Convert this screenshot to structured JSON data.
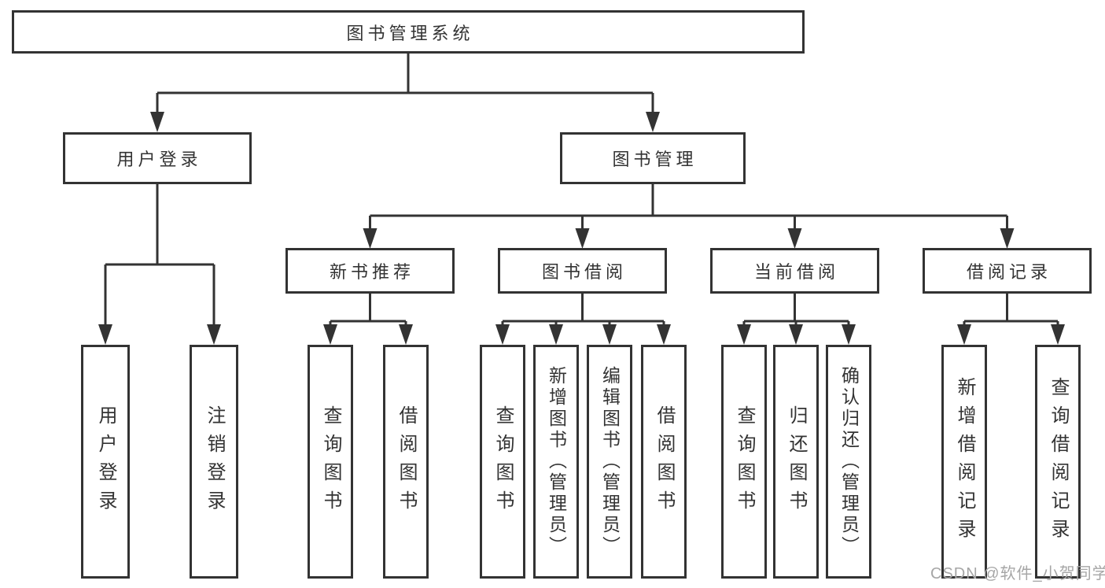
{
  "colors": {
    "line": "#333333",
    "text": "#333333",
    "background": "#ffffff",
    "watermark": "#a6a6a6"
  },
  "tree": {
    "label": "图书管理系统",
    "children": [
      {
        "label": "用户登录",
        "children": [
          {
            "label": "用户登录"
          },
          {
            "label": "注销登录"
          }
        ]
      },
      {
        "label": "图书管理",
        "children": [
          {
            "label": "新书推荐",
            "children": [
              {
                "label": "查询图书"
              },
              {
                "label": "借阅图书"
              }
            ]
          },
          {
            "label": "图书借阅",
            "children": [
              {
                "label": "查询图书"
              },
              {
                "label": "新增图书（管理员）"
              },
              {
                "label": "编辑图书（管理员）"
              },
              {
                "label": "借阅图书"
              }
            ]
          },
          {
            "label": "当前借阅",
            "children": [
              {
                "label": "查询图书"
              },
              {
                "label": "归还图书"
              },
              {
                "label": "确认归还（管理员）"
              }
            ]
          },
          {
            "label": "借阅记录",
            "children": [
              {
                "label": "新增借阅记录"
              },
              {
                "label": "查询借阅记录"
              }
            ]
          }
        ]
      }
    ]
  },
  "watermark": {
    "text": "CSDN @软件_小贺同学"
  }
}
